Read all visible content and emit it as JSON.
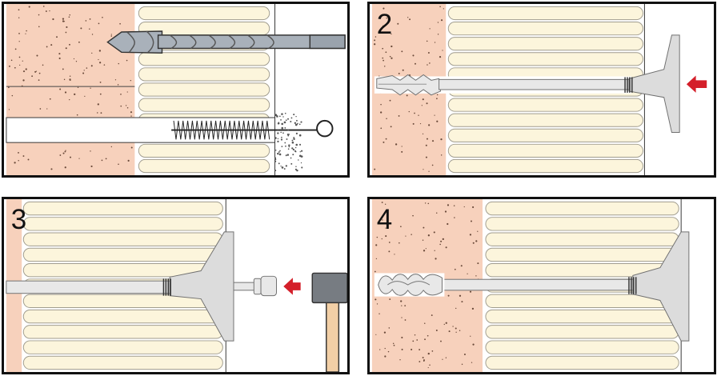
{
  "colors": {
    "masonry": "#f7d1bc",
    "insulation": "#fcf5dc",
    "insulation_stroke": "#a09c8e",
    "anchor": "#e8e8e8",
    "anchor_stroke": "#707070",
    "drill": "#a9b1ba",
    "arrow": "#d41f2a",
    "hammer_head": "#777c82",
    "hammer_handle": "#f2cfa6",
    "outline": "#111111"
  },
  "panels": [
    {
      "step_label": "",
      "content": [
        "drill-bit-icon",
        "cleaning-brush-icon",
        "dust-particles"
      ]
    },
    {
      "step_label": "2",
      "content": [
        "insulation-anchor-icon",
        "push-arrow-icon"
      ]
    },
    {
      "step_label": "3",
      "content": [
        "insulation-anchor-icon",
        "expansion-pin-icon",
        "hammer-icon",
        "push-arrow-icon"
      ]
    },
    {
      "step_label": "4",
      "content": [
        "insulation-anchor-icon",
        "expanded-sleeve-icon"
      ]
    }
  ]
}
